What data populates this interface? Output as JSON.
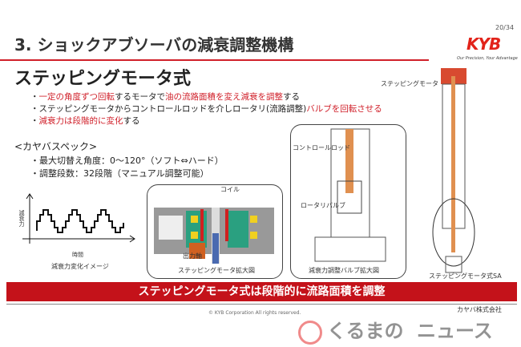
{
  "header": {
    "title": "3. ショックアブソーバの減衰調整機構",
    "page": "20/34",
    "logo": "KYB",
    "tagline": "Our Precision, Your Advantage"
  },
  "subtitle": "ステッピングモータ式",
  "bullets": [
    {
      "parts": [
        "・",
        "一定の角度ずつ回転",
        "するモータで",
        "油の流路面積を変え減衰を調整",
        "する"
      ]
    },
    {
      "parts": [
        "・ステッピングモータからコントロールロッドを介しロータリ(流路調整)",
        "バルブを回転させる"
      ]
    },
    {
      "parts": [
        "・",
        "減衰力は段階的に変化",
        "する"
      ]
    }
  ],
  "spec": {
    "heading": "<カヤバスペック>",
    "items": [
      "・最大切替え角度：0～120°（ソフト⇔ハード）",
      "・調整段数：32段階（マニュアル調整可能）"
    ]
  },
  "graph": {
    "ylabel": "減衰力",
    "xlabel": "時間",
    "caption": "減衰力変化イメージ"
  },
  "motor": {
    "coil": "コイル",
    "shaft": "出力軸",
    "caption": "ステッピングモータ拡大図"
  },
  "valve": {
    "rod": "コントロールロッド",
    "rotary": "ロータリバルブ",
    "caption": "減衰力調整バルブ拡大図"
  },
  "shock": {
    "motor_label": "ステッピングモータ",
    "caption": "ステッピングモータ式SA"
  },
  "banner": "ステッピングモータ式は段階的に流路面積を調整",
  "company": "カヤバ株式会社",
  "copyright": "© KYB Corporation All rights reserved.",
  "watermark": {
    "line1": "くるまの",
    "line2": "ニュース"
  }
}
